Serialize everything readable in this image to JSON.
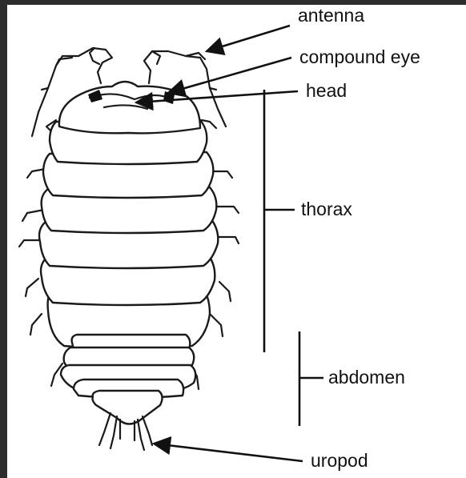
{
  "diagram": {
    "labels": {
      "antenna": "antenna",
      "compound_eye": "compound eye",
      "head": "head",
      "thorax": "thorax",
      "abdomen": "abdomen",
      "uropod": "uropod"
    },
    "colors": {
      "background": "#ffffff",
      "frame": "#2d2d2d",
      "ink": "#111111"
    }
  }
}
